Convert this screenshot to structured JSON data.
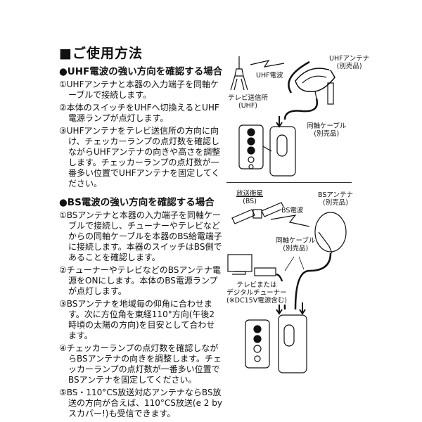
{
  "title": "■ご使用方法",
  "uhf": {
    "heading": "●UHF電波の強い方向を確認する場合",
    "items": [
      "①UHFアンテナと本器の入力端子を同軸ケーブルで接続します。",
      "②本体のスイッチをUHFへ切換えるとUHF電源ランプが点灯します。",
      "③UHFアンテナをテレビ送信所の方向に向け、チェッカーランプの点灯数を確認しながらUHFアンテナの向きや高さを調整します。チェッカーランプの点灯数が一番多い位置でUHFアンテナを固定してください。"
    ],
    "diagram": {
      "tower_label": "テレビ送信所",
      "tower_sub": "(UHF)",
      "wave_label": "UHF電波",
      "antenna_label": "UHFアンテナ",
      "antenna_sub": "(別売品)",
      "cable_label": "同軸ケーブル",
      "cable_sub": "(別売品)"
    }
  },
  "bs": {
    "heading": "●BS電波の強い方向を確認する場合",
    "items": [
      "①BSアンテナと本器の入力端子を同軸ケーブルで接続し、チューナーやテレビなどからの同軸ケーブルを本器のBS給電端子に接続します。本器のスイッチはBS側であることを確認します。",
      "②チューナーやテレビなどのBSアンテナ電源をONにします。本体のBS電源ランプが点灯します。",
      "③BSアンテナを地域毎の仰角に合わせます。次に方位角を東経110°方向(午後2時頃の太陽の方向)を目安として合わせます。",
      "④チェッカーランプの点灯数を確認しながらBSアンテナの向きを調整します。チェッカーランプの点灯数が一番多い位置でBSアンテナを固定してください。",
      "⑤BS・110°CS放送対応アンテナならBS放送の方向が合えば、110°CS放送(e 2 by スカパー!)も受信できます。"
    ],
    "diagram": {
      "satellite_label": "放送衛星",
      "satellite_sub": "(BS)",
      "wave_label": "BS電波",
      "antenna_label": "BSアンテナ",
      "antenna_sub": "(別売品)",
      "cable_label": "同軸ケーブル",
      "cable_sub": "(別売品)",
      "tv_label_1": "テレビまたは",
      "tv_label_2": "デジタルチューナー",
      "tv_label_3": "(※DC15V電源含む)"
    }
  }
}
